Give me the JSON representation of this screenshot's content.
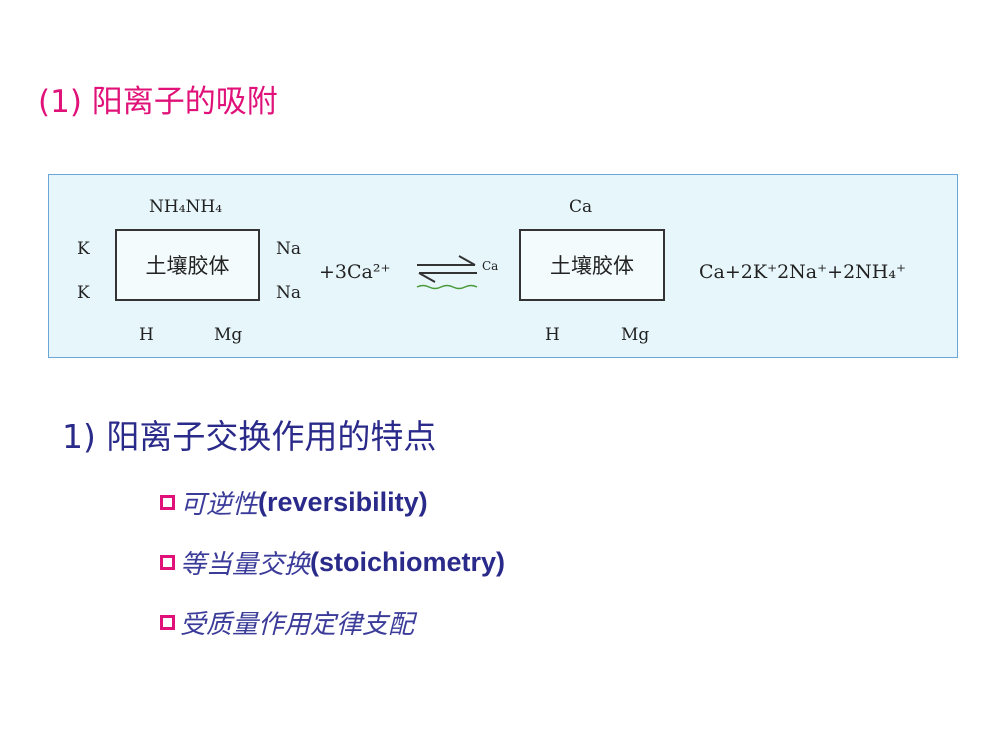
{
  "slide": {
    "title": "(1) 阳离子的吸附",
    "equation": {
      "left_top": "NH₄NH₄",
      "left_side_top": "K",
      "left_side_bottom": "K",
      "left_box": "土壤胶体",
      "left_right_top": "Na",
      "left_right_bottom": "Na",
      "left_bottom_left": "H",
      "left_bottom_right": "Mg",
      "reactant": "+3Ca²⁺",
      "equilibrium_label": "Ca",
      "right_top": "Ca",
      "right_box": "土壤胶体",
      "right_bottom_left": "H",
      "right_bottom_right": "Mg",
      "products": "Ca+2K⁺2Na⁺+2NH₄⁺"
    },
    "subheading": "1) 阳离子交换作用的特点",
    "bullets": [
      {
        "cn": "可逆性",
        "en": "(reversibility)"
      },
      {
        "cn": "等当量交换",
        "en": " (stoichiometry)"
      },
      {
        "cn": "受质量作用定律支配",
        "en": ""
      }
    ],
    "colors": {
      "title": "#e0127a",
      "heading": "#2a2a8a",
      "bullet_box": "#e0127a",
      "panel_bg": "#e6f6fb",
      "panel_border": "#6aa6d8"
    }
  }
}
